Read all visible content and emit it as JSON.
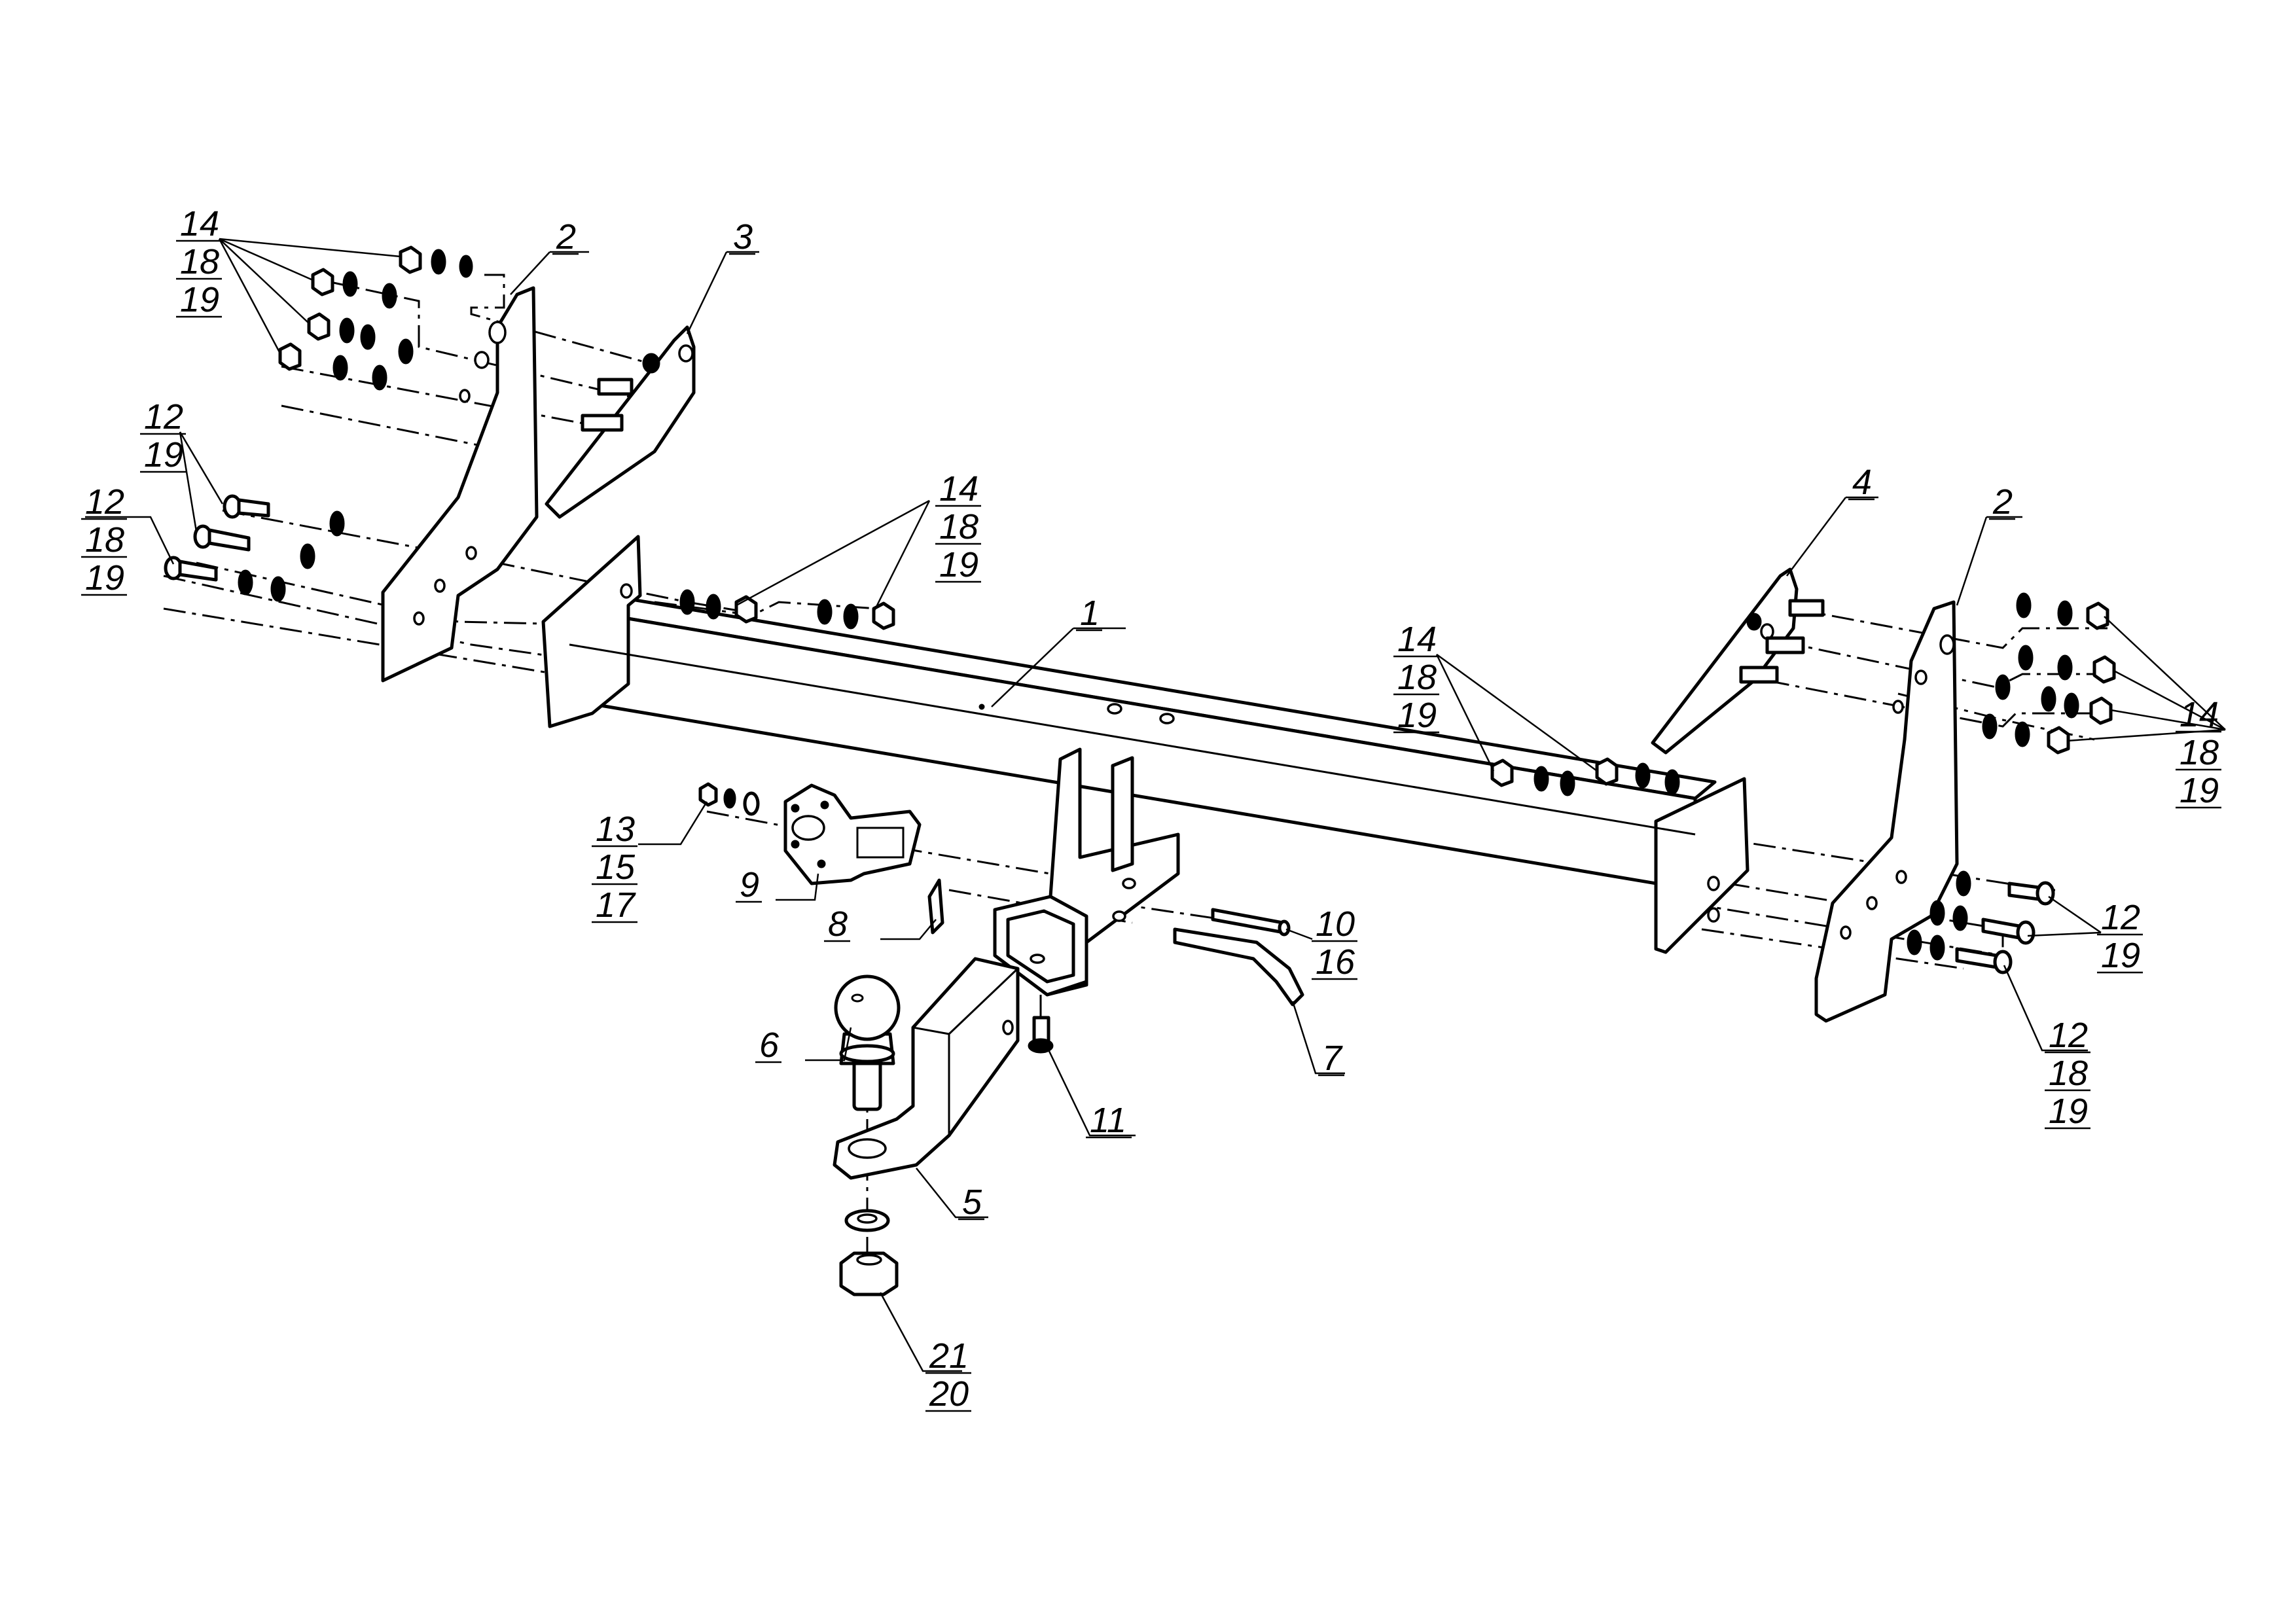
{
  "callouts": [
    {
      "id": "c1",
      "lines": [
        "1"
      ]
    },
    {
      "id": "c2l",
      "lines": [
        "2"
      ]
    },
    {
      "id": "c2r",
      "lines": [
        "2"
      ]
    },
    {
      "id": "c3",
      "lines": [
        "3"
      ]
    },
    {
      "id": "c4",
      "lines": [
        "4"
      ]
    },
    {
      "id": "c5",
      "lines": [
        "5"
      ]
    },
    {
      "id": "c6",
      "lines": [
        "6"
      ]
    },
    {
      "id": "c7",
      "lines": [
        "7"
      ]
    },
    {
      "id": "c8",
      "lines": [
        "8"
      ]
    },
    {
      "id": "c9",
      "lines": [
        "9"
      ]
    },
    {
      "id": "c10",
      "lines": [
        "10",
        "16"
      ]
    },
    {
      "id": "c11",
      "lines": [
        "11"
      ]
    },
    {
      "id": "c12a",
      "lines": [
        "12",
        "19"
      ]
    },
    {
      "id": "c12b",
      "lines": [
        "12",
        "18",
        "19"
      ]
    },
    {
      "id": "c12c",
      "lines": [
        "12",
        "19"
      ]
    },
    {
      "id": "c12d",
      "lines": [
        "12",
        "18",
        "19"
      ]
    },
    {
      "id": "c13",
      "lines": [
        "13",
        "15",
        "17"
      ]
    },
    {
      "id": "c14a",
      "lines": [
        "14",
        "18",
        "19"
      ]
    },
    {
      "id": "c14b",
      "lines": [
        "14",
        "18",
        "19"
      ]
    },
    {
      "id": "c14c",
      "lines": [
        "14",
        "18",
        "19"
      ]
    },
    {
      "id": "c14d",
      "lines": [
        "14",
        "18",
        "19"
      ]
    },
    {
      "id": "c21",
      "lines": [
        "21",
        "20"
      ]
    }
  ]
}
